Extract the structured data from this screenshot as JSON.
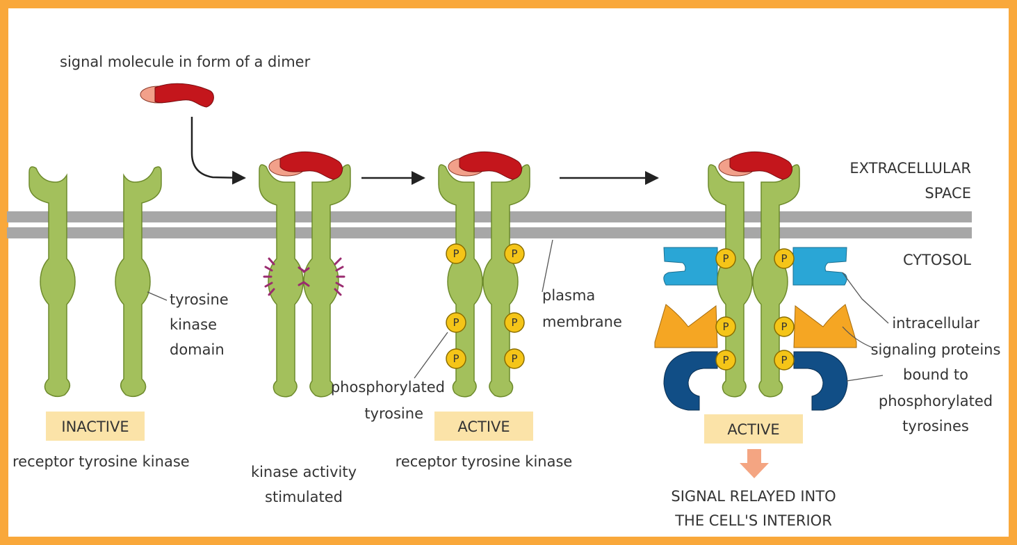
{
  "labels": {
    "signal_molecule": "signal molecule in form of a dimer",
    "extracellular_line1": "EXTRACELLULAR",
    "extracellular_line2": "SPACE",
    "cytosol": "CYTOSOL",
    "tk_domain_line1": "tyrosine",
    "tk_domain_line2": "kinase",
    "tk_domain_line3": "domain",
    "plasma_line1": "plasma",
    "plasma_line2": "membrane",
    "phospho_line1": "phosphorylated",
    "phospho_line2": "tyrosine",
    "intracellular_line1": "intracellular",
    "intracellular_line2": "signaling proteins",
    "intracellular_line3": "bound to",
    "intracellular_line4": "phosphorylated",
    "intracellular_line5": "tyrosines",
    "inactive_caption": "receptor tyrosine kinase",
    "stimulated_line1": "kinase activity",
    "stimulated_line2": "stimulated",
    "active_caption": "receptor tyrosine kinase",
    "relay_line1": "SIGNAL RELAYED INTO",
    "relay_line2": "THE CELL'S INTERIOR"
  },
  "badges": {
    "inactive": "INACTIVE",
    "active_1": "ACTIVE",
    "active_2": "ACTIVE"
  },
  "phospho_symbol": "P",
  "colors": {
    "frame": "#f9a83b",
    "receptor": "#a3c05c",
    "receptor_outline": "#6d8a2c",
    "membrane": "#a7a7a7",
    "dimer_dark": "#c4161c",
    "dimer_light": "#f2a08a",
    "phosphate": "#f5c518",
    "badge": "#fbe3a8",
    "adaptor_light_blue": "#2aa6d6",
    "adaptor_orange": "#f5a623",
    "adaptor_dark_blue": "#114e86",
    "relay_arrow": "#f4a582",
    "activity_marks": "#9a2b6f"
  }
}
